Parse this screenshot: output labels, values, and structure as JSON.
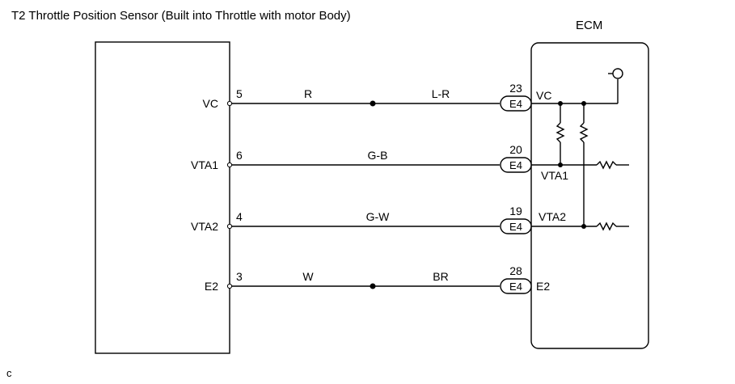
{
  "title": "T2 Throttle Position Sensor (Built into Throttle with motor Body)",
  "ecm_label": "ECM",
  "footnote": "c",
  "lines": [
    {
      "sensor_label": "VC",
      "sensor_pin": "5",
      "ecm_pin": "23",
      "connector": "E4",
      "ecm_label": "VC",
      "wire_left": "R",
      "wire_right": "L-R",
      "wire_center": ""
    },
    {
      "sensor_label": "VTA1",
      "sensor_pin": "6",
      "ecm_pin": "20",
      "connector": "E4",
      "ecm_label": "VTA1",
      "wire_left": "",
      "wire_right": "",
      "wire_center": "G-B"
    },
    {
      "sensor_label": "VTA2",
      "sensor_pin": "4",
      "ecm_pin": "19",
      "connector": "E4",
      "ecm_label": "VTA2",
      "wire_left": "",
      "wire_right": "",
      "wire_center": "G-W"
    },
    {
      "sensor_label": "E2",
      "sensor_pin": "3",
      "ecm_pin": "28",
      "connector": "E4",
      "ecm_label": "E2",
      "wire_left": "W",
      "wire_right": "BR",
      "wire_center": ""
    }
  ]
}
